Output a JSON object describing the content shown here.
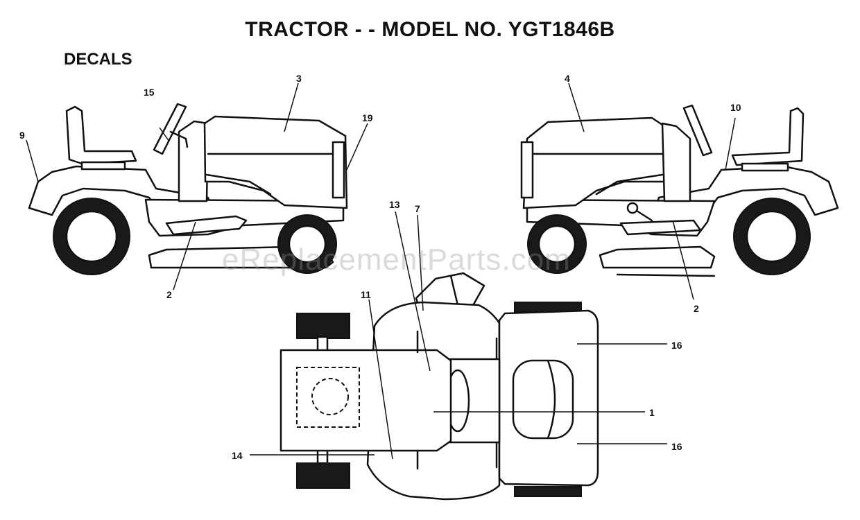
{
  "header": {
    "title": "TRACTOR - - MODEL NO. YGT1846B",
    "section": "DECALS"
  },
  "watermark": "eReplacementParts.com",
  "callouts": {
    "c1": "1",
    "c2_left": "2",
    "c2_right": "2",
    "c3": "3",
    "c4": "4",
    "c7": "7",
    "c9": "9",
    "c10": "10",
    "c11": "11",
    "c13": "13",
    "c14": "14",
    "c15": "15",
    "c16_top": "16",
    "c16_bottom": "16",
    "c19": "19"
  }
}
